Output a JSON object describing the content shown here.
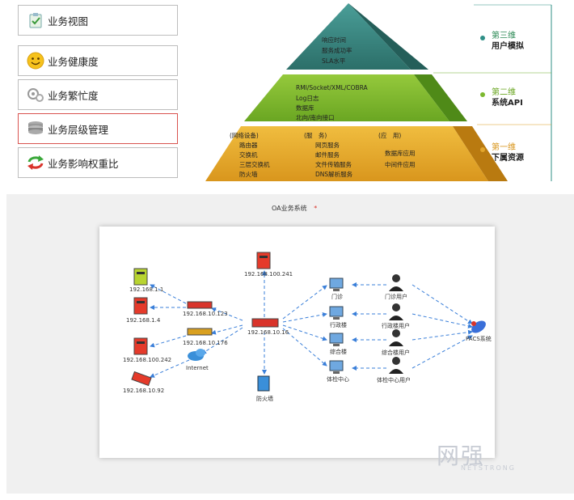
{
  "menu": [
    {
      "label": "业务视图",
      "icon": "clipboard-check-icon"
    },
    {
      "label": "业务健康度",
      "icon": "smiley-face-icon"
    },
    {
      "label": "业务繁忙度",
      "icon": "gears-icon"
    },
    {
      "label": "业务层级管理",
      "icon": "database-stack-icon"
    },
    {
      "label": "业务影响权重比",
      "icon": "refresh-arrows-icon"
    }
  ],
  "pyramid": {
    "top": {
      "items": [
        "响应时间",
        "服务成功率",
        "SLA水平"
      ],
      "dim_no": "第三维",
      "dim_title": "用户模拟",
      "color": "#2f7f78"
    },
    "mid": {
      "items": [
        "RMI/Socket/XML/COBRA",
        "Log日志",
        "数据库",
        "北向/南向接口"
      ],
      "dim_no": "第二维",
      "dim_title": "系统API",
      "color": "#7cb82f"
    },
    "bottom": {
      "headers": [
        "(网络设备)",
        "(服　务)",
        "(应　用)"
      ],
      "col1": [
        "路由器",
        "交换机",
        "三层交换机",
        "防火墙"
      ],
      "col2": [
        "网页服务",
        "邮件服务",
        "文件传输服务",
        "DNS解析服务"
      ],
      "col3": [
        "数据库应用",
        "中间件应用"
      ],
      "dim_no": "第一维",
      "dim_title": "下属资源",
      "color": "#e2a52c"
    }
  },
  "topology": {
    "title": "OA业务系统",
    "star": "*",
    "nodes": {
      "n1": "192.168.1.1",
      "n2": "192.168.1.4",
      "n3": "192.168.100.242",
      "n4": "192.168.10.92",
      "r1": "192.168.10.123",
      "r2": "192.168.10.176",
      "internet": "Internet",
      "core": "192.168.10.16",
      "top": "192.168.100.241",
      "fw": "防火墙",
      "c1": "门诊",
      "c2": "行政楼",
      "c3": "综合楼",
      "c4": "体检中心",
      "u1": "门诊用户",
      "u2": "行政楼用户",
      "u3": "综合楼用户",
      "u4": "体检中心用户",
      "pacs": "PACS系统"
    }
  },
  "logo": {
    "cn": "网强",
    "en": "NETSTRONG"
  }
}
